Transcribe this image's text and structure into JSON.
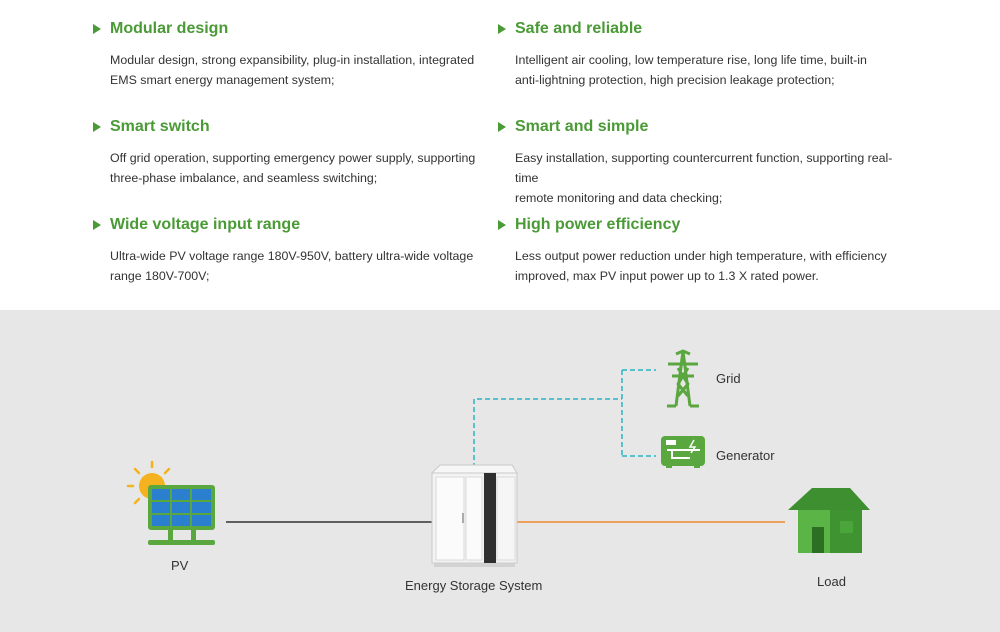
{
  "features": [
    {
      "title": "Modular design",
      "desc_lines": [
        "Modular design, strong expansibility, plug-in installation, integrated",
        "EMS smart energy management system;"
      ]
    },
    {
      "title": "Safe and reliable",
      "desc_lines": [
        "Intelligent air cooling, low temperature rise, long life time, built-in",
        "anti-lightning protection, high precision leakage protection;"
      ]
    },
    {
      "title": "Smart switch",
      "desc_lines": [
        "Off grid operation, supporting emergency power supply, supporting",
        "three-phase imbalance, and seamless switching;"
      ]
    },
    {
      "title": "Smart and simple",
      "desc_lines": [
        "Easy installation, supporting countercurrent function, supporting real-time",
        "remote monitoring and data checking;"
      ]
    },
    {
      "title": "Wide voltage input range",
      "desc_lines": [
        "Ultra-wide PV voltage range 180V-950V, battery ultra-wide voltage",
        "range 180V-700V;"
      ]
    },
    {
      "title": "High power efficiency",
      "desc_lines": [
        "Less output power reduction under high temperature, with efficiency",
        "improved, max PV input power up to 1.3 X rated power."
      ]
    }
  ],
  "diagram": {
    "pv_label": "PV",
    "ess_label": "Energy Storage System",
    "grid_label": "Grid",
    "generator_label": "Generator",
    "load_label": "Load"
  },
  "colors": {
    "accent_green": "#4a9a36",
    "dashed_line": "#2ab3c4",
    "output_line": "#f08a2c",
    "pv_line": "#333333",
    "diagram_bg": "#e7e7e7"
  }
}
